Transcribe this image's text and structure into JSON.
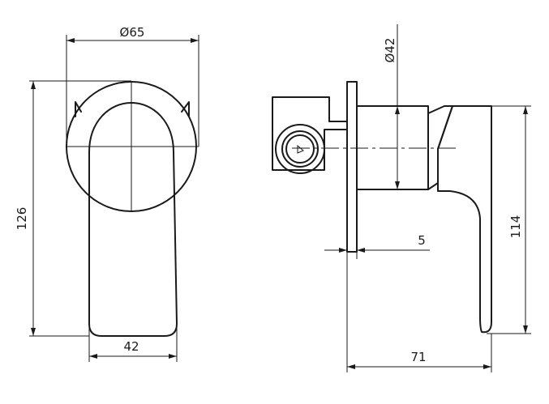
{
  "dimensions": {
    "front_diameter": "Ø65",
    "front_height": "126",
    "front_handle_width": "42",
    "side_diameter": "Ø42",
    "side_plate_thickness": "5",
    "side_height": "114",
    "side_depth": "71"
  }
}
